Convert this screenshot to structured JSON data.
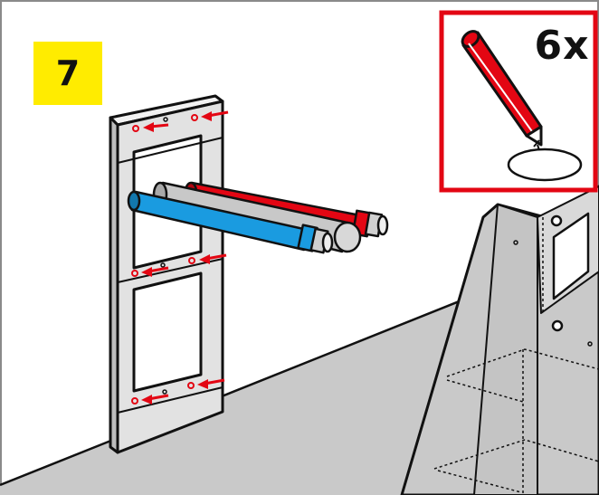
{
  "step": {
    "number": "7",
    "badge_color": "#ffec00"
  },
  "marking_callout": {
    "multiplier": "6x",
    "border_color": "#e30613",
    "icon": "marking-pencil-icon"
  },
  "colors": {
    "hot_pipe": "#e30613",
    "cold_pipe": "#1a9be0",
    "drain_pipe": "#c8c8c8",
    "floor": "#c9c9c9",
    "marker_arrow": "#e30613",
    "frame_border": "#8a8a8a"
  },
  "objects": {
    "mounting_frame": "mounting-frame",
    "pipes": [
      "cold-water-pipe",
      "drain-pipe",
      "hot-water-pipe"
    ],
    "cabinet": "cabinet-side-panel",
    "marker_arrows_count": 6
  }
}
